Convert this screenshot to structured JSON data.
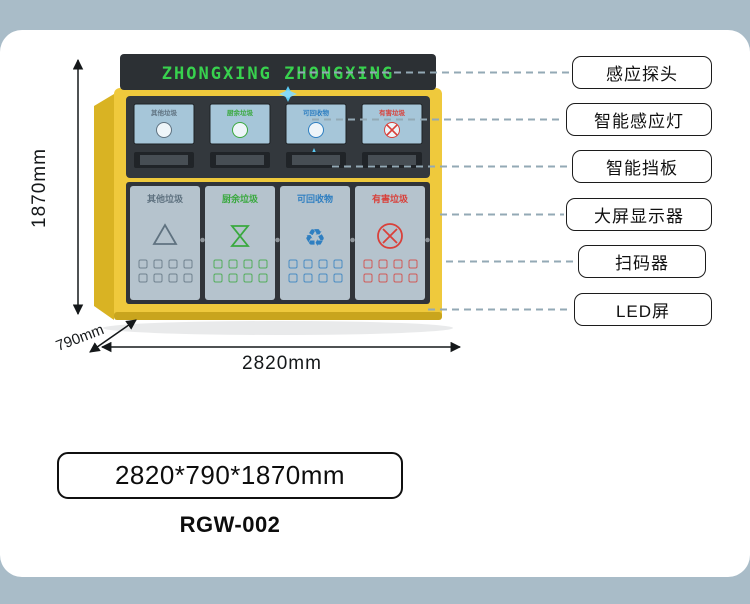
{
  "page": {
    "size_box_label": "2820*790*1870mm",
    "model_label": "RGW-002"
  },
  "dimensions": {
    "height_label": "1870mm",
    "depth_label": "790mm",
    "width_label": "2820mm"
  },
  "callouts": [
    {
      "label": "感应探头"
    },
    {
      "label": "智能感应灯"
    },
    {
      "label": "智能挡板"
    },
    {
      "label": "大屏显示器"
    },
    {
      "label": "扫码器"
    },
    {
      "label": "LED屏"
    }
  ],
  "product": {
    "brand_text": "ZHONGXING ZHONGXING",
    "bins": [
      {
        "label": "其他垃圾",
        "color": "#5f7280"
      },
      {
        "label": "厨余垃圾",
        "color": "#3aa93f"
      },
      {
        "label": "可回收物",
        "color": "#2f7fc1"
      },
      {
        "label": "有害垃圾",
        "color": "#d9403a"
      }
    ],
    "colors": {
      "cabinet": "#efc93c",
      "cabinet_side": "#d9b323",
      "panel_dark": "#33383d",
      "door": "#b5c3cd",
      "led_text": "#38d14e",
      "screen": "#a6c6d9",
      "callout_line": "#93a9b5"
    }
  }
}
